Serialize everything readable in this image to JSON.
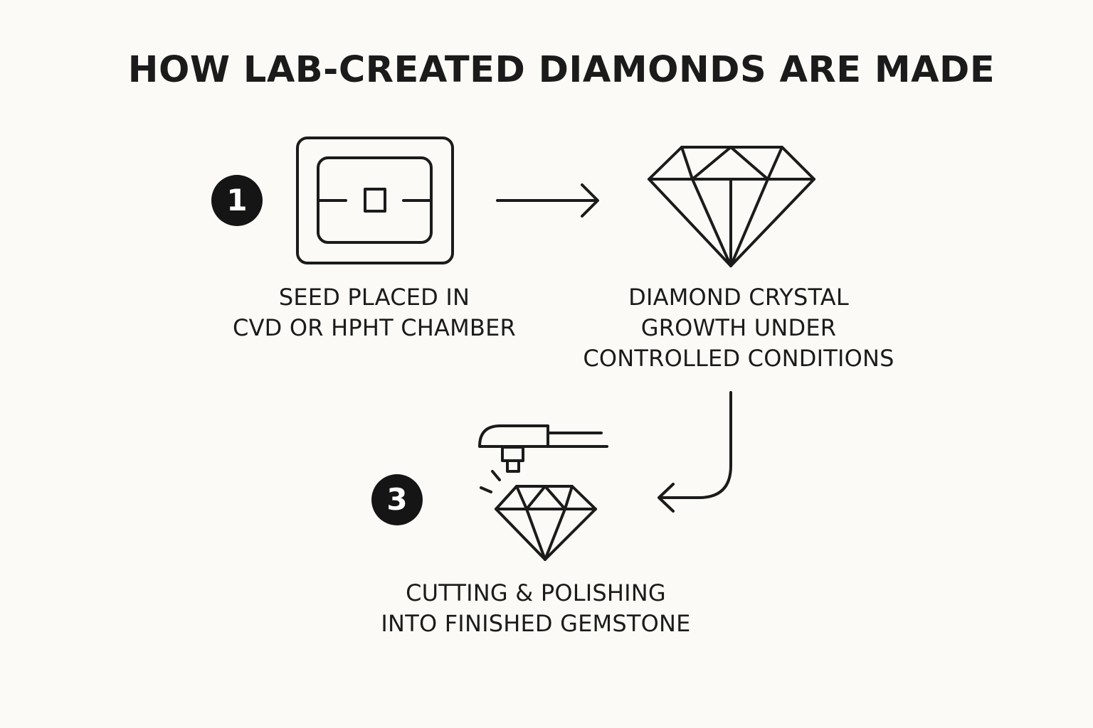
{
  "title": "HOW LAB-CREATED DIAMONDS ARE MADE",
  "steps": [
    {
      "number": "1",
      "label": "SEED PLACED IN\nCVD OR HPHT CHAMBER",
      "icon": "chamber-icon"
    },
    {
      "number": "",
      "label": "DIAMOND CRYSTAL\nGROWTH UNDER\nCONTROLLED CONDITIONS",
      "icon": "diamond-icon"
    },
    {
      "number": "3",
      "label": "CUTTING & POLISHING\nINTO FINISHED GEMSTONE",
      "icon": "polishing-tool-icon"
    }
  ],
  "colors": {
    "background": "#fbfaf6",
    "ink": "#1b1b1b",
    "badge": "#151515"
  }
}
